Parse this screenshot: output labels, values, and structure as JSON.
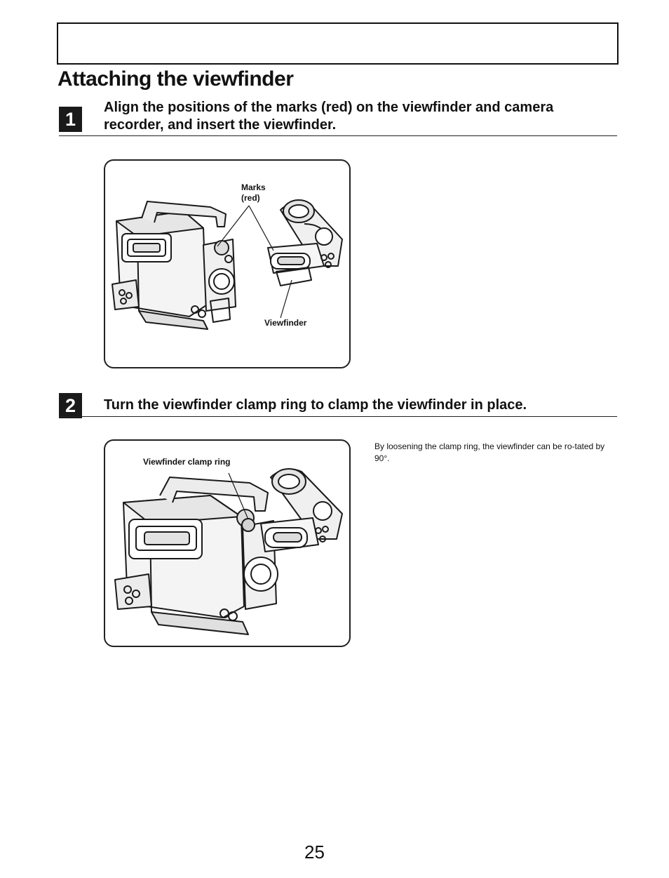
{
  "page": {
    "title": "Attaching the viewfinder",
    "page_number": "25"
  },
  "steps": [
    {
      "number": "1",
      "text_line1": "Align the positions of the marks (red) on the viewfinder and camera",
      "text_line2": "recorder, and insert the viewfinder.",
      "figure": {
        "illustration": "camera-recorder-and-viewfinder-illustration",
        "label_marks": "Marks\n(red)",
        "label_viewfinder": "Viewfinder"
      }
    },
    {
      "number": "2",
      "text": "Turn the viewfinder clamp ring to clamp the viewfinder in place.",
      "figure": {
        "illustration": "camera-with-attached-viewfinder-illustration",
        "label_clamp_ring": "Viewfinder clamp ring"
      },
      "note": "By loosening the clamp ring, the viewfinder can be ro-tated by 90°."
    }
  ]
}
